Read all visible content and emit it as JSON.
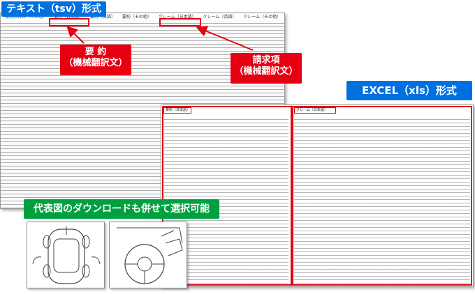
{
  "labels": {
    "tsv_title": "テキスト（tsv）形式",
    "abstract_line1": "要 約",
    "abstract_line2": "（機械翻訳文）",
    "claims_line1": "請求項",
    "claims_line2": "（機械翻訳文）",
    "excel_title": "EXCEL（xls）形式",
    "drawing_title": "代表図のダウンロードも併せて選択可能"
  },
  "tsv_header": [
    "発明の名称（その他）",
    "要約（日本語）",
    "要約（英語）",
    "要約（その他）",
    "クレーム（日本語）",
    "クレーム（英語）",
    "クレーム（その他）"
  ],
  "xls_header": {
    "abstract_col": "要約（日本語）",
    "claims_col": "クレーム（日本語）"
  },
  "colors": {
    "blue": "#0070e0",
    "red": "#e60012",
    "green": "#00a040"
  }
}
